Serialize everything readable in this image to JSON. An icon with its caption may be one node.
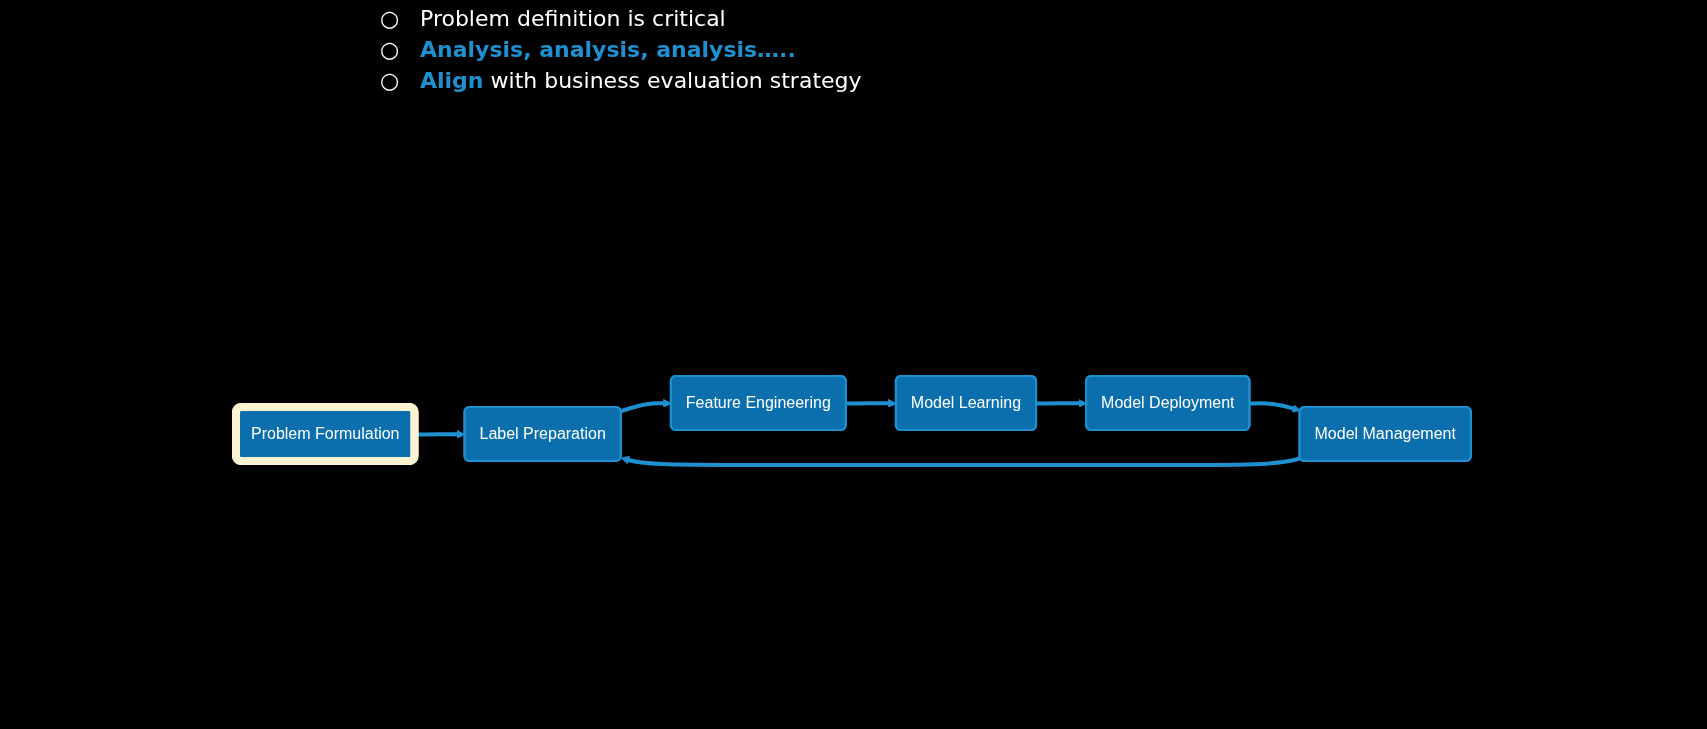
{
  "diagram": {
    "nodes": [
      {
        "text": [
          "Problem Formulation"
        ]
      },
      {
        "text": [
          "Label Preparation"
        ]
      },
      {
        "text": [
          "Feature Engineering"
        ]
      },
      {
        "text": [
          "Model Learning"
        ]
      },
      {
        "text": [
          "Model Deployment"
        ]
      },
      {
        "text": [
          "Model Management"
        ]
      }
    ],
    "edges": [
      {
        "from": 0,
        "to": 1,
        "arrow": "to"
      },
      {
        "from": 5,
        "to": 1,
        "arrow": "to"
      },
      {
        "from": 1,
        "to": 2,
        "arrow": "to"
      },
      {
        "from": 2,
        "to": 3,
        "arrow": "to"
      },
      {
        "from": 3,
        "to": 4,
        "arrow": "to"
      },
      {
        "from": 4,
        "to": 5,
        "arrow": "to"
      }
    ],
    "labels": [
      "○",
      "Problem definition is critical",
      "○",
      "**Analysis, analysis, analysis…..**",
      "○",
      "**Align** with business evaluation strategy"
    ]
  }
}
